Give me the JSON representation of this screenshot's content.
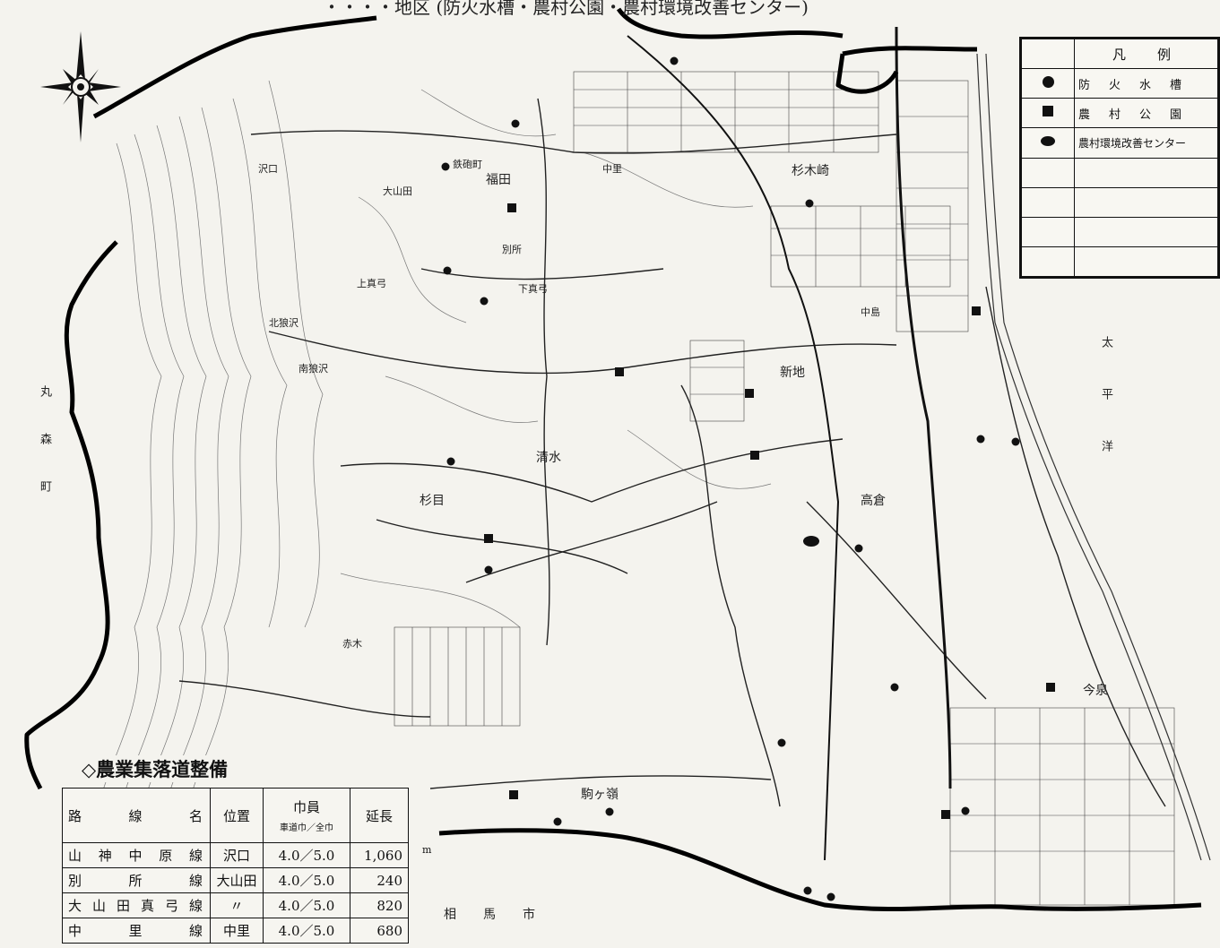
{
  "title_fragment": "・・・・地区 (防火水槽・農村公園・農村環境改善センター)",
  "legend": {
    "heading": "凡　例",
    "items": [
      {
        "symbol": "circle-filled",
        "label": "防　火　水　槽"
      },
      {
        "symbol": "square-filled",
        "label": "農　村　公　園"
      },
      {
        "symbol": "ellipse-filled",
        "label": "農村環境改善センター"
      }
    ]
  },
  "place_labels": {
    "fukuda": "福田",
    "hachiman": "鉄砲町",
    "sawaguchi": "沢口",
    "oyamada": "大山田",
    "kamimayumi": "上真弓",
    "shimomayumi": "下真弓",
    "kitaoizawa": "北狼沢",
    "minamioizawa": "南狼沢",
    "shinchi": "新地",
    "shimizu": "清水",
    "sugime": "杉目",
    "takakura": "高倉",
    "nakajima": "中島",
    "kitsuki": "杉木崎",
    "taiheiyo": "太平洋",
    "marumori": "丸森町",
    "komagamine": "駒ヶ嶺",
    "soma": "相馬市",
    "imaizumi": "今泉",
    "nakasato": "中里",
    "akagi": "赤木",
    "bessho": "別所"
  },
  "road_section": {
    "title": "◇農業集落道整備",
    "headers": {
      "name": "路線名",
      "location": "位置",
      "width": "巾員",
      "width_sub": "車道巾／全巾",
      "length": "延長"
    },
    "unit": "m",
    "rows": [
      {
        "name": "山神中原線",
        "location": "沢口",
        "width": "4.0／5.0",
        "length": "1,060"
      },
      {
        "name": "別所線",
        "location": "大山田",
        "width": "4.0／5.0",
        "length": "240"
      },
      {
        "name": "大山田真弓線",
        "location": "〃",
        "width": "4.0／5.0",
        "length": "820"
      },
      {
        "name": "中里線",
        "location": "中里",
        "width": "4.0／5.0",
        "length": "680"
      }
    ]
  }
}
